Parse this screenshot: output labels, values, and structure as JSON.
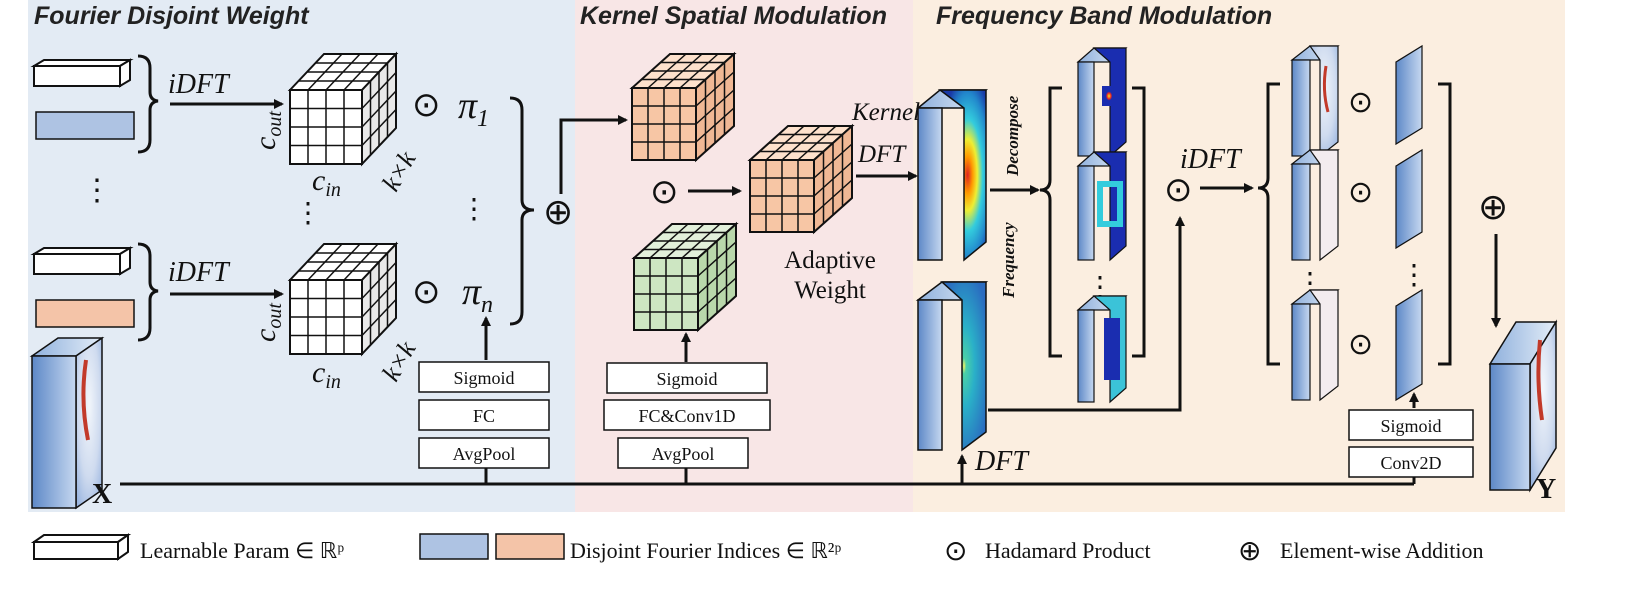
{
  "sections": {
    "fdw": "Fourier Disjoint Weight",
    "ksm": "Kernel Spatial Modulation",
    "fbm": "Frequency Band Modulation"
  },
  "colors": {
    "fdw_bg": "#e3ebf4",
    "ksm_bg": "#f8e6e6",
    "fbm_bg": "#fbeee0",
    "blue_param": "#aec3e3",
    "orange_param": "#f4c4a8",
    "green_cube": "#cde6c2",
    "orange_cube": "#f7c6a5"
  },
  "labels": {
    "idft": "iDFT",
    "c_out": "c",
    "c_out_sub": "out",
    "c_in": "c",
    "c_in_sub": "in",
    "kxk": "k×k",
    "hadamard": "⊙",
    "plus": "⊕",
    "pi": "π",
    "pi1_sub": "1",
    "pin_sub": "n",
    "vdots": "⋮",
    "kernel": "Kernel",
    "dft": "DFT",
    "adaptive": "Adaptive",
    "weight": "Weight",
    "frequency": "Frequency",
    "decompose": "Decompose",
    "x": "X",
    "y": "Y"
  },
  "boxes": {
    "fdw": [
      "Sigmoid",
      "FC",
      "AvgPool"
    ],
    "ksm": [
      "Sigmoid",
      "FC&Conv1D",
      "AvgPool"
    ],
    "fbm": [
      "Sigmoid",
      "Conv2D"
    ]
  },
  "legend": {
    "learnable": "Learnable Param ∈ ℝᵖ",
    "disjoint": "Disjoint Fourier Indices ∈ ℝ²ᵖ",
    "hadamard": "Hadamard Product",
    "addition": "Element-wise Addition"
  }
}
